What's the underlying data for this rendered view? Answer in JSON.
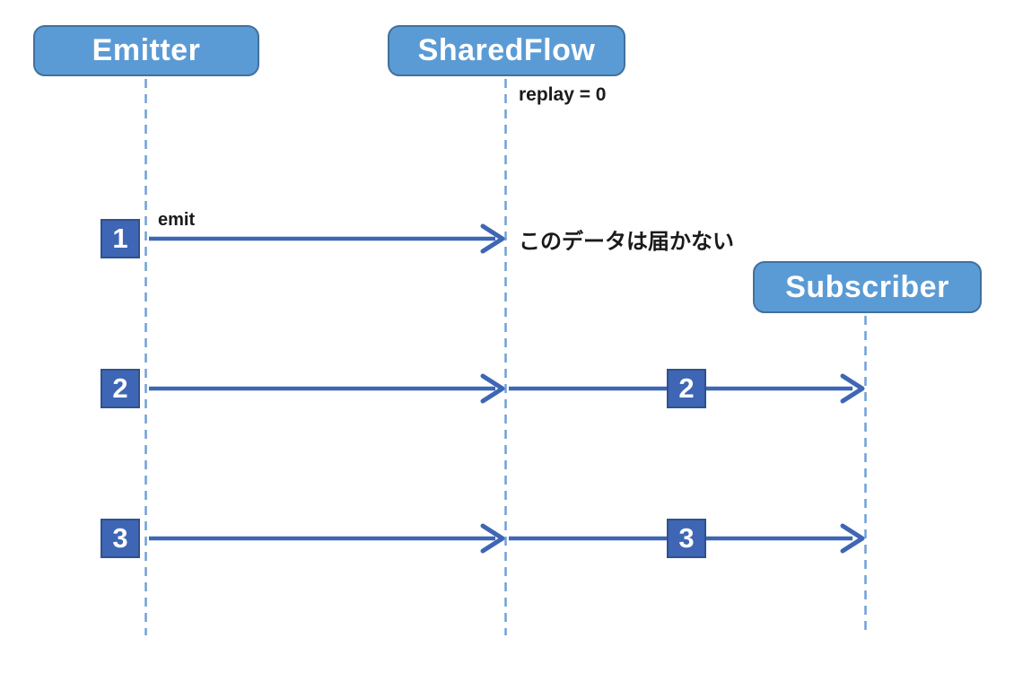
{
  "diagram_type": "sequence-diagram",
  "topic": "SharedFlow emission with replay = 0",
  "colors": {
    "actor_fill": "#5B9BD5",
    "actor_border": "#41719C",
    "actor_text": "#FFFFFF",
    "marker_fill": "#3E66B4",
    "marker_border": "#2F528F",
    "marker_text": "#FFFFFF",
    "arrow": "#3E66B4",
    "lifeline": "#6FA0D8",
    "label_text": "#1A1A1A",
    "bg": "#FFFFFF"
  },
  "actors": {
    "emitter": "Emitter",
    "sharedflow": "SharedFlow",
    "subscriber": "Subscriber"
  },
  "labels": {
    "replay": "replay = 0",
    "emit": "emit",
    "note": "このデータは届かない"
  },
  "markers": {
    "r1_left": "1",
    "r2_left": "2",
    "r2_mid": "2",
    "r3_left": "3",
    "r3_mid": "3"
  },
  "messages": [
    {
      "id": 1,
      "from": "Emitter",
      "to": "SharedFlow",
      "label": "emit",
      "note": "このデータは届かない",
      "delivered_to_subscriber": false
    },
    {
      "id": 2,
      "from": "Emitter",
      "to": "SharedFlow",
      "forwarded_to": "Subscriber",
      "delivered_to_subscriber": true
    },
    {
      "id": 3,
      "from": "Emitter",
      "to": "SharedFlow",
      "forwarded_to": "Subscriber",
      "delivered_to_subscriber": true
    }
  ]
}
